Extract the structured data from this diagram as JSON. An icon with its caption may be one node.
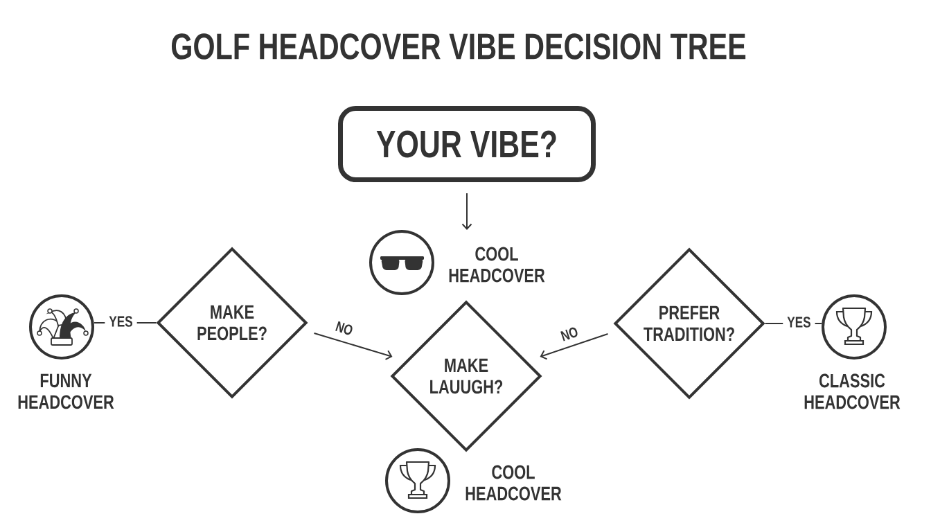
{
  "diagram": {
    "title": "GOLF HEADCOVER VIBE DECISION TREE",
    "nodes": [
      {
        "text": [
          "YOUR VIBE?"
        ]
      },
      {
        "text": [
          "COOL HEADCOVER"
        ]
      },
      {
        "text": [
          "FUNNY HEADCOVER"
        ]
      },
      {
        "text": [
          "MAKE PEOPLE?"
        ]
      },
      {
        "text": [
          "MAKE LAUUGH?"
        ]
      },
      {
        "text": [
          "PREFER TRADITION?"
        ]
      },
      {
        "text": [
          "CLASSIC HEADCOVER"
        ]
      },
      {
        "text": [
          "COOL HEADCOVER"
        ]
      }
    ],
    "edges": [
      {
        "from": 0,
        "to": 1,
        "arrow": "to"
      },
      {
        "from": 3,
        "to": 2,
        "arrow": "none",
        "label": "YES"
      },
      {
        "from": 3,
        "to": 4,
        "arrow": "to",
        "label": "NO"
      },
      {
        "from": 5,
        "to": 4,
        "arrow": "to",
        "label": "NO"
      },
      {
        "from": 5,
        "to": 6,
        "arrow": "none",
        "label": "YES"
      }
    ]
  }
}
